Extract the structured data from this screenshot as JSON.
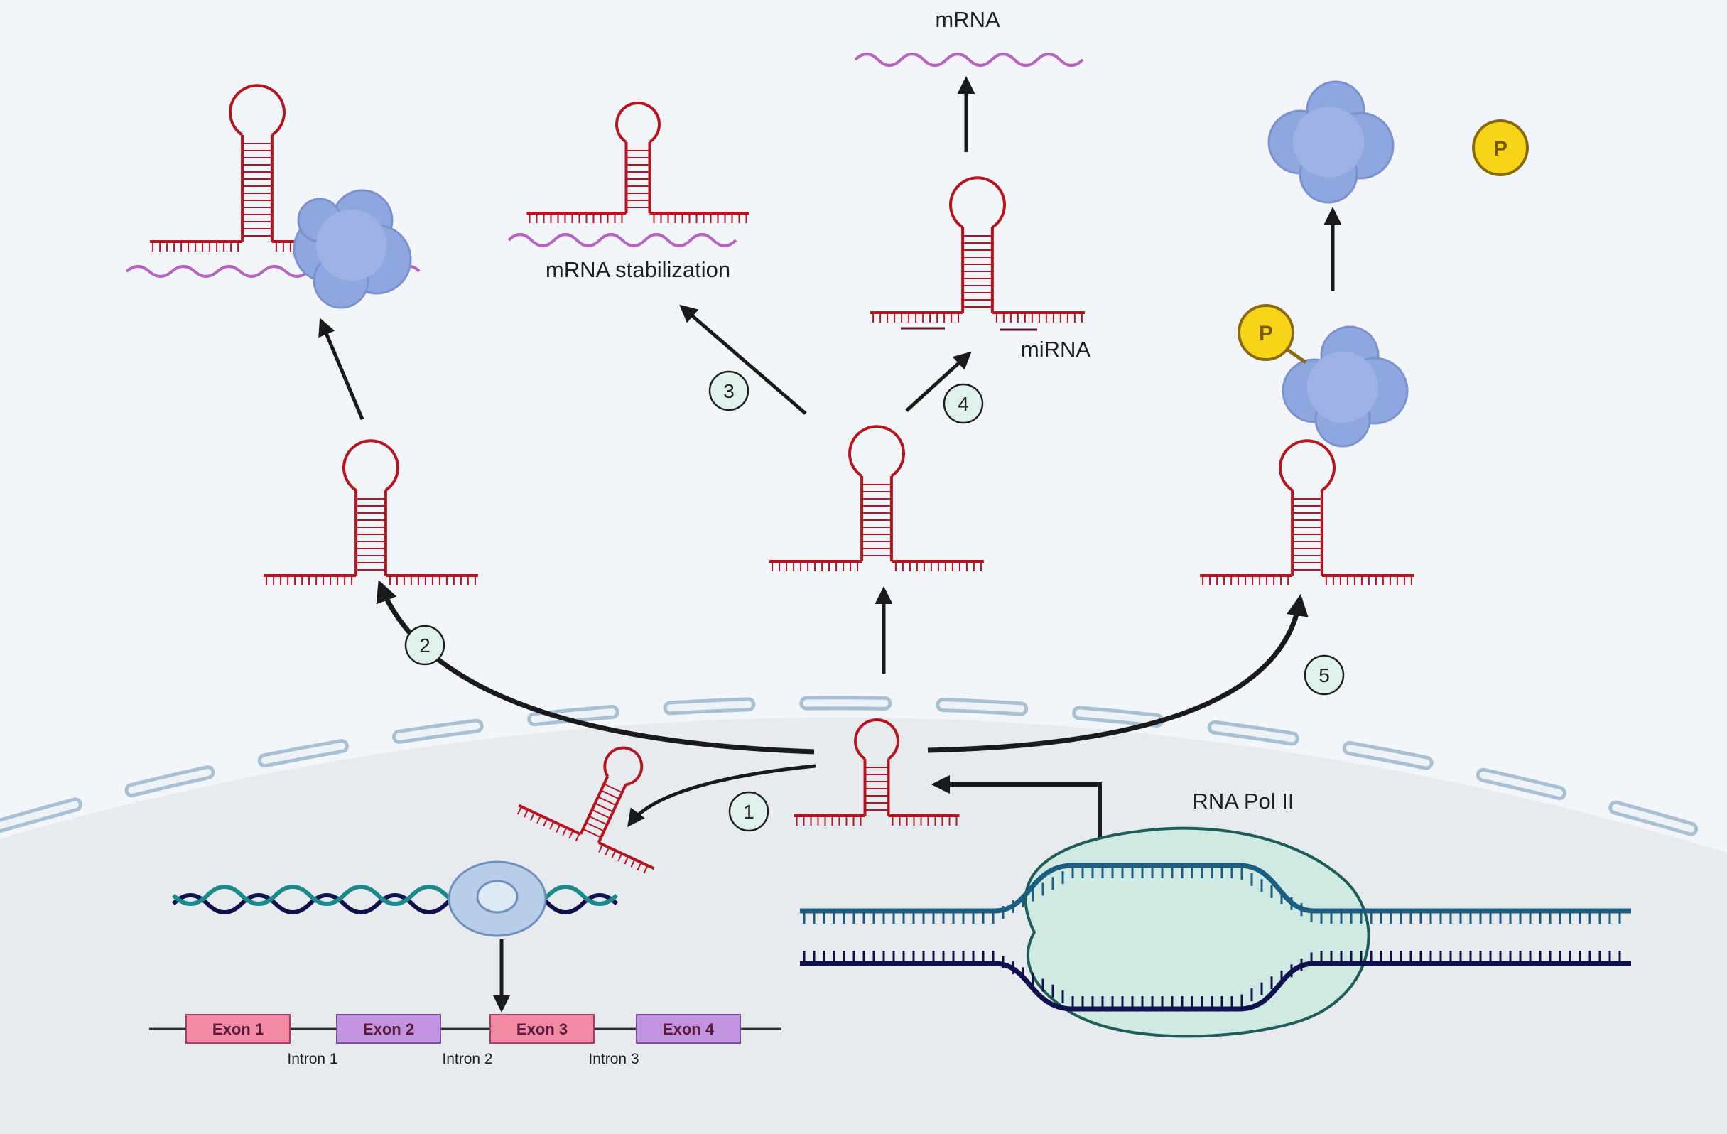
{
  "labels": {
    "mrna_top": "mRNA",
    "mrna_stabilization": "mRNA stabilization",
    "mirna": "miRNA",
    "rna_pol": "RNA Pol II"
  },
  "steps": [
    "1",
    "2",
    "3",
    "4",
    "5"
  ],
  "gene": {
    "exons": [
      "Exon 1",
      "Exon 2",
      "Exon 3",
      "Exon 4"
    ],
    "introns": [
      "Intron 1",
      "Intron 2",
      "Intron 3"
    ]
  },
  "phosphate_label": "P",
  "colors": {
    "background": "#f2f5f9",
    "nucleus": "#e7ebef",
    "lncrna": "#b5151f",
    "mrna": "#b565c0",
    "protein": "#8fa7de",
    "dna_dark": "#10124f",
    "dna_teal": "#1b5e82",
    "polymerase": "#cfeae3",
    "phosphate": "#f6d417",
    "exon_pink": "#f28aa5",
    "exon_purple": "#c294e0",
    "step_badge": "#def2ea"
  }
}
